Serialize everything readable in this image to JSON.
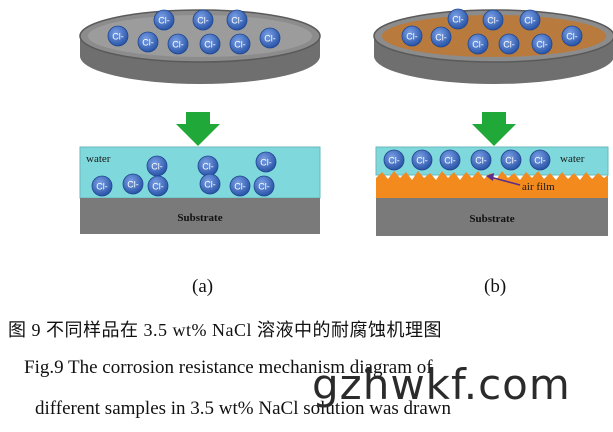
{
  "ion_label": "Cl-",
  "panels": [
    {
      "label": "(a)",
      "water_label": "water",
      "substrate_label": "Substrate"
    },
    {
      "label": "(b)",
      "water_label": "water",
      "substrate_label": "Substrate",
      "film_label": "air film"
    }
  ],
  "caption": {
    "cn": "图 9   不同样品在 3.5 wt% NaCl 溶液中的耐腐蚀机理图",
    "en_line1": "Fig.9   The corrosion resistance mechanism diagram of",
    "en_line2": "different samples in 3.5 wt% NaCl solution was drawn"
  },
  "watermark": "gzhwkf.com",
  "colors": {
    "dish_outer": "#8a8a8a",
    "dish_inner_a": "#9a9a9a",
    "dish_inner_b": "#b97a3d",
    "water": "#7fd8db",
    "substrate": "#7a7a7a",
    "film": "#f28a1e",
    "ion": "#3d6fc9",
    "arrow": "#20a838"
  }
}
